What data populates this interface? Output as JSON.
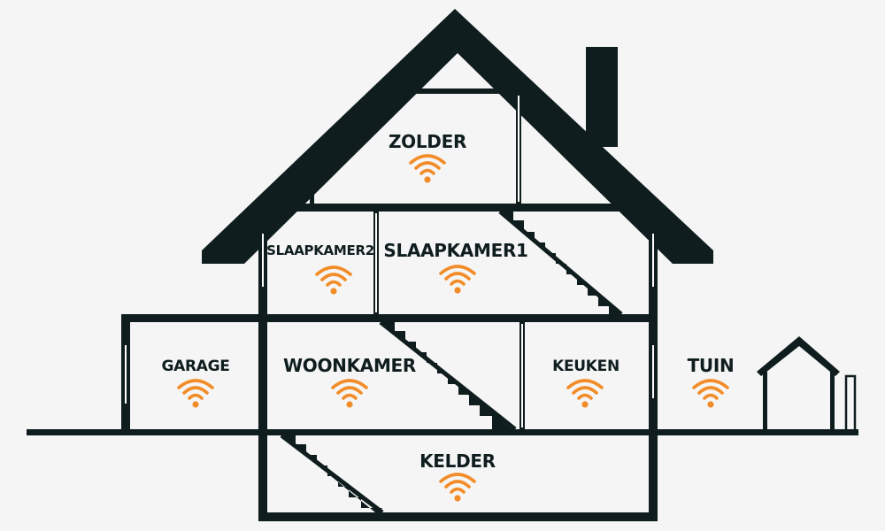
{
  "colors": {
    "background": "#f5f5f5",
    "structure": "#0f1d1e",
    "wifi": "#f28c28"
  },
  "rooms": {
    "zolder": {
      "label": "ZOLDER",
      "icon": "wifi-icon"
    },
    "slaapkamer2": {
      "label": "SLAAPKAMER2",
      "icon": "wifi-icon"
    },
    "slaapkamer1": {
      "label": "SLAAPKAMER1",
      "icon": "wifi-icon"
    },
    "garage": {
      "label": "GARAGE",
      "icon": "wifi-icon"
    },
    "woonkamer": {
      "label": "WOONKAMER",
      "icon": "wifi-icon"
    },
    "keuken": {
      "label": "KEUKEN",
      "icon": "wifi-icon"
    },
    "tuin": {
      "label": "TUIN",
      "icon": "wifi-icon"
    },
    "kelder": {
      "label": "KELDER",
      "icon": "wifi-icon"
    }
  }
}
